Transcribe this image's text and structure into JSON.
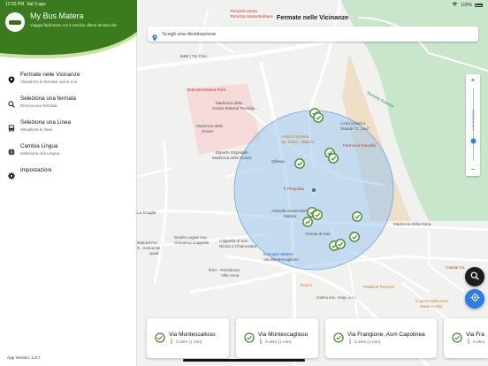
{
  "status": {
    "time": "12:03 PM",
    "date": "Sat 3 ago",
    "battery": "100%"
  },
  "app": {
    "title": "My Bus Matera",
    "subtitle": "Viaggia facilmente con il servizio offerto da Miccolis"
  },
  "nav": [
    {
      "label": "Fermate nelle Vicinanze",
      "desc": "Visualizza le fermate vicino a te",
      "icon": "location-pin-icon"
    },
    {
      "label": "Seleziona una fermata",
      "desc": "Ricerca una fermata",
      "icon": "search-icon"
    },
    {
      "label": "Seleziona una Linea",
      "desc": "Visualizza le linee",
      "icon": "bus-icon"
    },
    {
      "label": "Cambia Lingua",
      "desc": "Seleziona una Lingua",
      "icon": "globe-icon"
    },
    {
      "label": "Impostazioni",
      "desc": "",
      "icon": "gear-icon"
    }
  ],
  "version": "App Version: 1.0.7",
  "map": {
    "title": "Fermate nelle Vicinanze",
    "search_placeholder": "Scegli una destinazione",
    "zoom_label": "RAGGIO (km)",
    "labels": [
      {
        "text": "B&B | Tre Fiori",
        "cls": ""
      },
      {
        "text": "Dott.ssa Marina Rizzi",
        "cls": "red"
      },
      {
        "text": "Madonna delle",
        "cls": ""
      },
      {
        "text": "Grazie Matera/ Presidio...",
        "cls": ""
      },
      {
        "text": "Madonna delle",
        "cls": ""
      },
      {
        "text": "Grazie",
        "cls": ""
      },
      {
        "text": "Eliporto Ospedale",
        "cls": ""
      },
      {
        "text": "Madonna delle Grazie",
        "cls": ""
      },
      {
        "text": "Antica Forneria",
        "cls": "orange"
      },
      {
        "text": "dei Sassi - Matera",
        "cls": "orange"
      },
      {
        "text": "Liceo Artistico",
        "cls": ""
      },
      {
        "text": "Statale \"C. Levi\"",
        "cls": ""
      },
      {
        "text": "Farmacia Dinnella",
        "cls": "red"
      },
      {
        "text": "Qlleasy",
        "cls": ""
      },
      {
        "text": "Il Pergolato",
        "cls": "red"
      },
      {
        "text": "Azienda Santa Maria",
        "cls": ""
      },
      {
        "text": "Matera",
        "cls": ""
      },
      {
        "text": "Chiesa di San",
        "cls": ""
      },
      {
        "text": "Madonna della Rona",
        "cls": ""
      },
      {
        "text": "Studio Legale Avv.",
        "cls": ""
      },
      {
        "text": "Giovanna Cappella",
        "cls": ""
      },
      {
        "text": "Cappella di San",
        "cls": ""
      },
      {
        "text": "Nicola a Chiancalata",
        "cls": ""
      },
      {
        "text": "Eurospin Matera",
        "cls": "blue"
      },
      {
        "text": "Via Montescaglioso",
        "cls": ""
      },
      {
        "text": "RSA - Residenza",
        "cls": ""
      },
      {
        "text": "Villa Anna",
        "cls": ""
      },
      {
        "text": "Royce",
        "cls": "orange"
      },
      {
        "text": "GioKa soc. coop. a r.l.",
        "cls": ""
      },
      {
        "text": "Panificio Perrone",
        "cls": "orange"
      },
      {
        "text": "Casale Ca",
        "cls": "red"
      },
      {
        "text": "Torrente Gravina",
        "cls": "teal"
      },
      {
        "text": "Terrazza Santa",
        "cls": "red"
      },
      {
        "text": "Terrazza Santa Barbara",
        "cls": "red"
      },
      {
        "text": "La Scaglia",
        "cls": ""
      },
      {
        "text": "Natural Fur",
        "cls": ""
      },
      {
        "text": "R. Gelsomini",
        "cls": ""
      },
      {
        "text": "quad",
        "cls": ""
      },
      {
        "text": "Il cuore nella terra",
        "cls": "orange"
      },
      {
        "text": "Sassi e Ulivi",
        "cls": "orange"
      }
    ]
  },
  "cards": [
    {
      "name": "Via Montescalioso",
      "dist": "0.1km (1 min)"
    },
    {
      "name": "Via Montescaglioso",
      "dist": "0.1km (1 min)"
    },
    {
      "name": "Via Frangione, Asm Capolinea",
      "dist": "0.1km (1 min)"
    },
    {
      "name": "Via Fra",
      "dist": "0.2km"
    }
  ],
  "colors": {
    "brand_green": "#3b7a1d",
    "stop_green": "#4a8a2a",
    "radius_fill": "#9cc7ee",
    "accent_blue": "#2f7de1"
  }
}
